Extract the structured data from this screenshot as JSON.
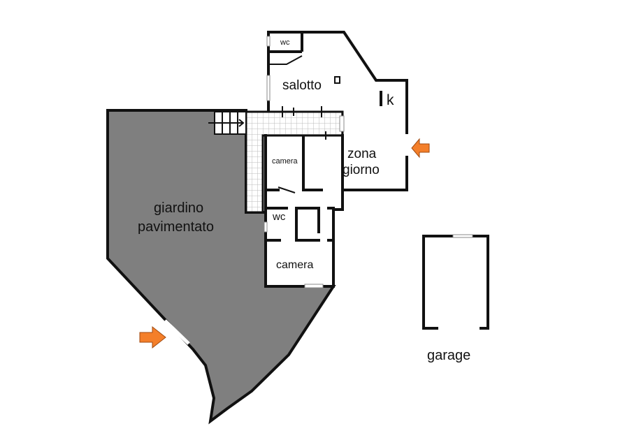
{
  "rooms": {
    "wc_top": "wc",
    "salotto": "salotto",
    "kitchen": "k",
    "zona": "zona",
    "giorno": "giorno",
    "camera_small": "camera",
    "wc_mid": "wc",
    "camera_bottom": "camera"
  },
  "outdoor": {
    "giardino": "giardino",
    "pavimentato": "pavimentato",
    "garage": "garage"
  },
  "colors": {
    "garden_fill": "#7f7f7f",
    "wall": "#111111",
    "entrance_arrow": "#f47f2a",
    "tile_grid": "#bbbbbb"
  },
  "icons": {
    "entrance_left": "arrow-right-icon",
    "entrance_right": "arrow-left-icon",
    "stairs": "stairs-icon"
  }
}
